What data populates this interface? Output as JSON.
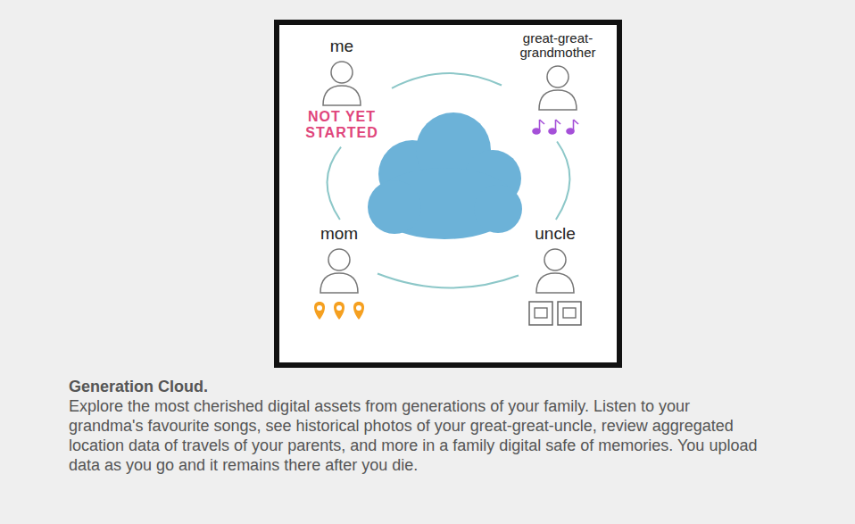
{
  "diagram": {
    "title": "Generation Cloud.",
    "caption": "Explore the most cherished digital assets from generations of your family. Listen to your grandma's favourite songs, see historical photos of your great-great-uncle, review aggregated location data of travels of your parents, and more in a family digital safe of memories. You upload data as you go and it remains there after you die.",
    "nodes": [
      {
        "text": [
          "me",
          "NOT YET STARTED"
        ]
      },
      {
        "text": [
          "great-great-grandmother"
        ]
      },
      {
        "text": [
          "mom"
        ]
      },
      {
        "text": [
          "uncle"
        ]
      }
    ],
    "edges": [
      {
        "from": 0,
        "to": 1,
        "arrow": "none"
      },
      {
        "from": 1,
        "to": 3,
        "arrow": "none"
      },
      {
        "from": 3,
        "to": 2,
        "arrow": "none"
      },
      {
        "from": 2,
        "to": 0,
        "arrow": "none"
      }
    ]
  }
}
